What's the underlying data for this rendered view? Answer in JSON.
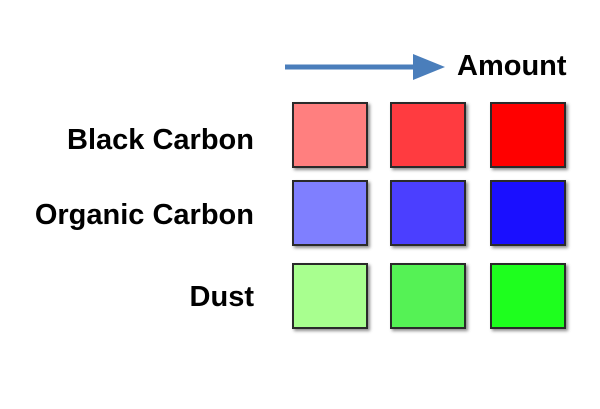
{
  "legend": {
    "axis_label": "Amount",
    "arrow_icon": "right-arrow-icon",
    "arrow_color": "#4A7EBB",
    "rows": [
      {
        "label": "Black Carbon",
        "swatches": [
          "#FF7F7F",
          "#FF3B40",
          "#FF0000"
        ]
      },
      {
        "label": "Organic Carbon",
        "swatches": [
          "#7F7FFF",
          "#4B3FFF",
          "#1A0FFF"
        ]
      },
      {
        "label": "Dust",
        "swatches": [
          "#A8FF8F",
          "#55F255",
          "#1EFF1E"
        ]
      }
    ]
  }
}
